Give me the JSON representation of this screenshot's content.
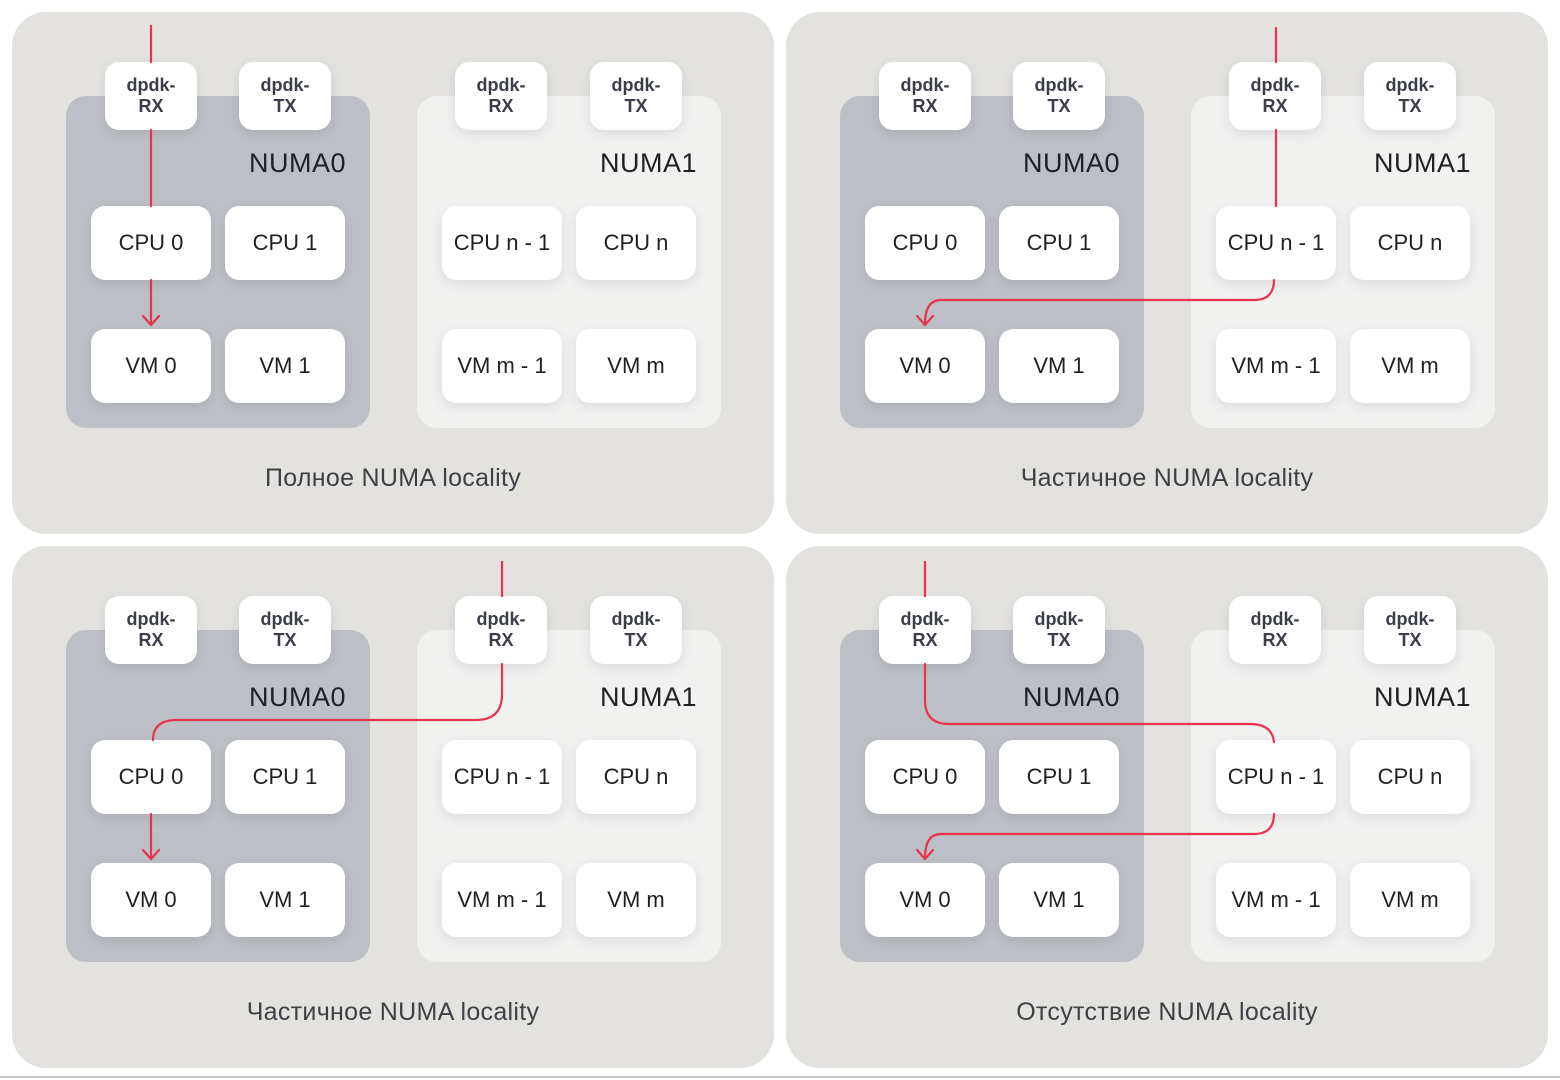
{
  "labels": {
    "numa0": "NUMA0",
    "numa1": "NUMA1",
    "dpdk_rx": [
      "dpdk-",
      "RX"
    ],
    "dpdk_tx": [
      "dpdk-",
      "TX"
    ],
    "cpu0": "CPU 0",
    "cpu1": "CPU 1",
    "cpu_n1": "CPU n - 1",
    "cpu_n": "CPU n",
    "vm0": "VM 0",
    "vm1": "VM 1",
    "vm_m1": "VM m - 1",
    "vm_m": "VM m"
  },
  "panels": [
    {
      "caption": "Полное NUMA locality"
    },
    {
      "caption": "Частичное NUMA locality"
    },
    {
      "caption": "Частичное NUMA locality"
    },
    {
      "caption": "Отсутствие NUMA locality"
    }
  ],
  "colors": {
    "panel_bg": "#e3e2df",
    "numa0_bg": "#bcbfc5",
    "numa1_bg": "#f1f1f0",
    "flow": "#e8334e"
  }
}
